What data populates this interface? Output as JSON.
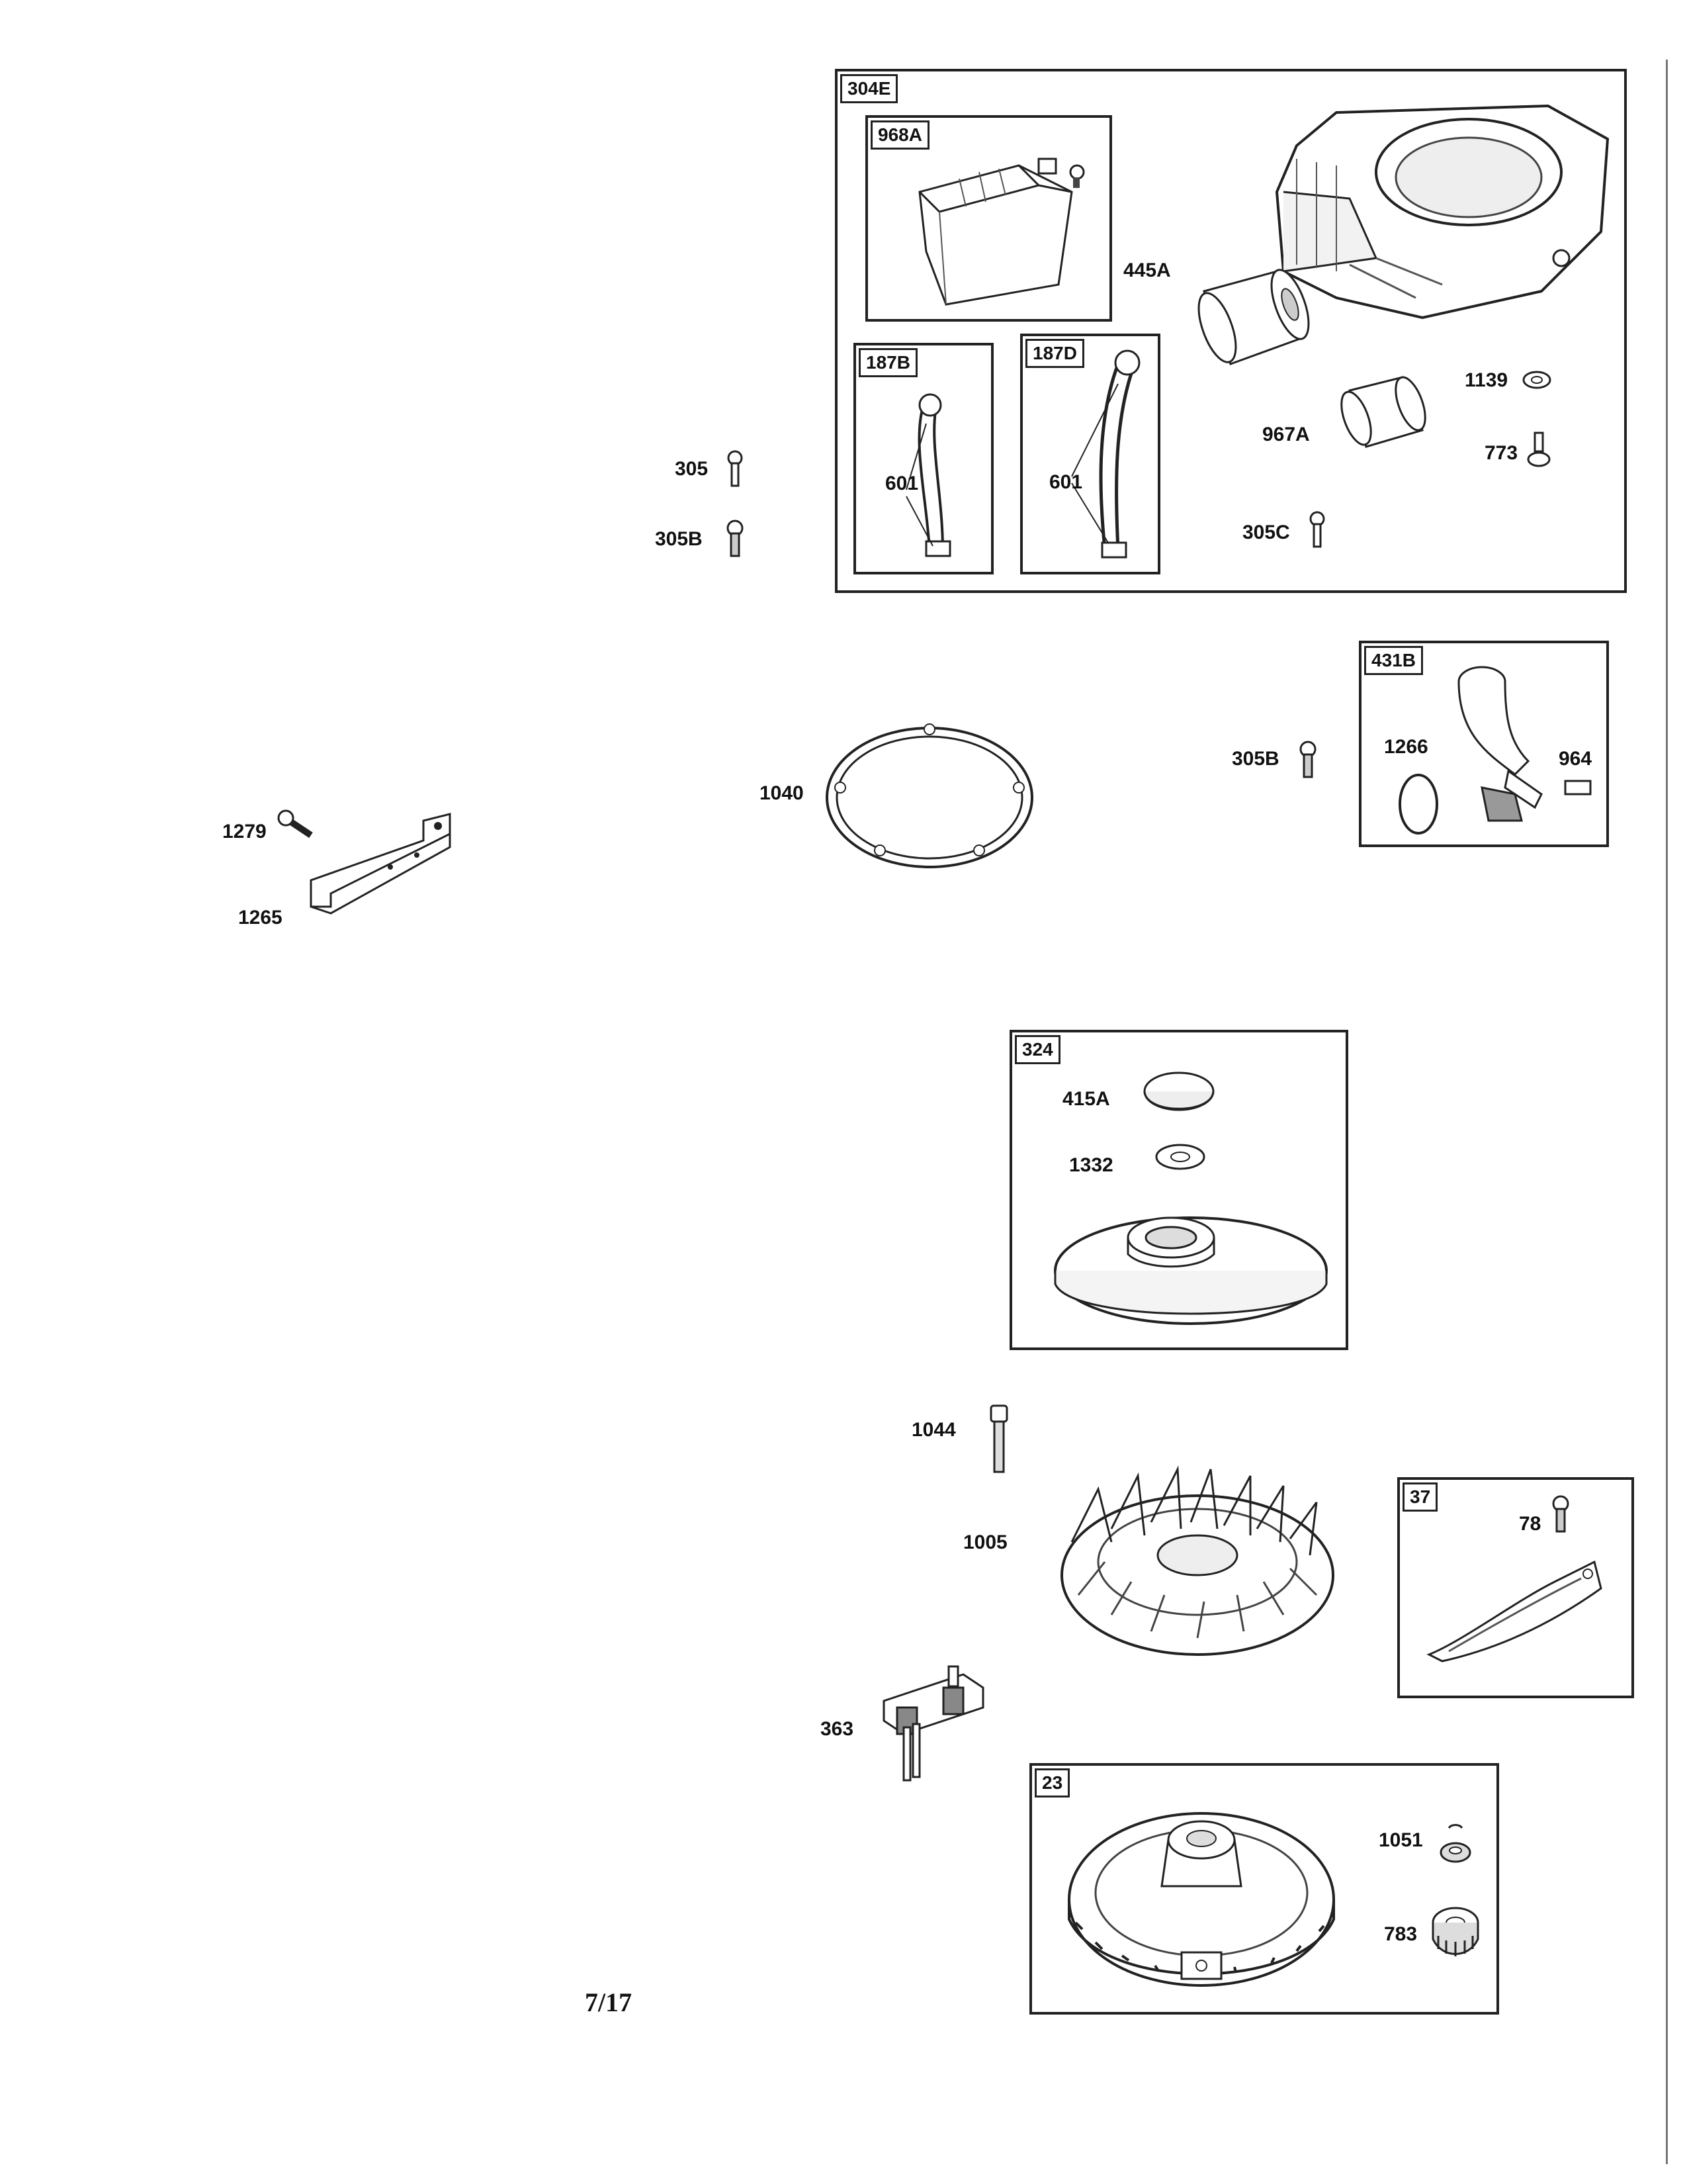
{
  "groups": {
    "g304E": "304E",
    "g968A": "968A",
    "g187B": "187B",
    "g187D": "187D",
    "g431B": "431B",
    "g324": "324",
    "g37": "37",
    "g23": "23"
  },
  "parts": {
    "p445A": "445A",
    "p1139": "1139",
    "p967A": "967A",
    "p773": "773",
    "p305C": "305C",
    "p601a": "601",
    "p601b": "601",
    "p305": "305",
    "p305B": "305B",
    "p305B2": "305B",
    "p1040": "1040",
    "p1266": "1266",
    "p964": "964",
    "p1279": "1279",
    "p1265": "1265",
    "p415A": "415A",
    "p1332": "1332",
    "p1044": "1044",
    "p1005": "1005",
    "p78": "78",
    "p363": "363",
    "p1051": "1051",
    "p783": "783"
  },
  "page_number": "7/17"
}
